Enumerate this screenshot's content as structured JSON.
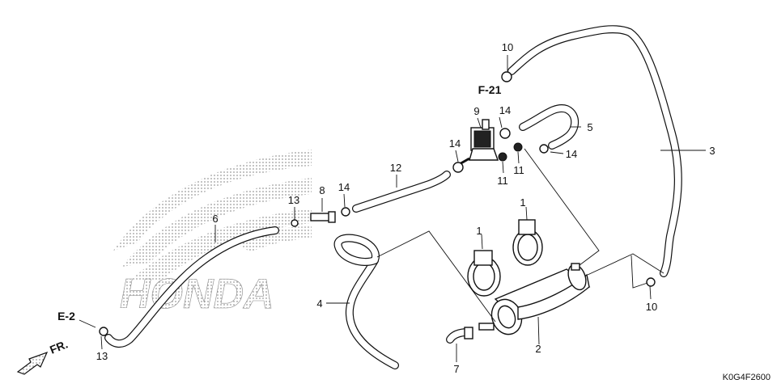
{
  "diagram": {
    "drawing_code": "K0G4F2600",
    "watermark": "HONDA",
    "references": [
      {
        "label": "F-21"
      },
      {
        "label": "E-2"
      },
      {
        "label": "FR."
      }
    ],
    "callouts": [
      {
        "id": "c1a",
        "label": "1"
      },
      {
        "id": "c1b",
        "label": "1"
      },
      {
        "id": "c2",
        "label": "2"
      },
      {
        "id": "c3",
        "label": "3"
      },
      {
        "id": "c4",
        "label": "4"
      },
      {
        "id": "c5",
        "label": "5"
      },
      {
        "id": "c6",
        "label": "6"
      },
      {
        "id": "c7",
        "label": "7"
      },
      {
        "id": "c8",
        "label": "8"
      },
      {
        "id": "c9",
        "label": "9"
      },
      {
        "id": "c10a",
        "label": "10"
      },
      {
        "id": "c10b",
        "label": "10"
      },
      {
        "id": "c11a",
        "label": "11"
      },
      {
        "id": "c11b",
        "label": "11"
      },
      {
        "id": "c12",
        "label": "12"
      },
      {
        "id": "c13a",
        "label": "13"
      },
      {
        "id": "c13b",
        "label": "13"
      },
      {
        "id": "c14a",
        "label": "14"
      },
      {
        "id": "c14b",
        "label": "14"
      },
      {
        "id": "c14c",
        "label": "14"
      },
      {
        "id": "c14d",
        "label": "14"
      }
    ]
  }
}
